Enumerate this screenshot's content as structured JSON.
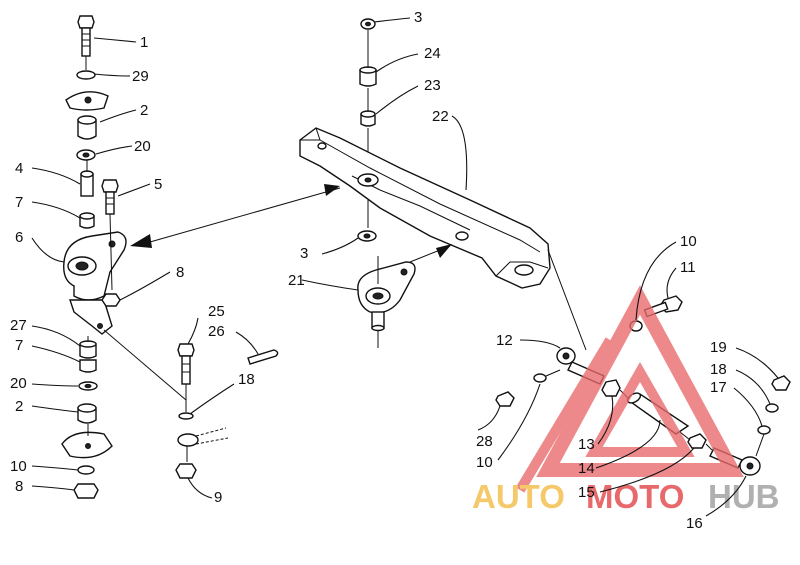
{
  "callouts": {
    "c1": "1",
    "c29": "29",
    "c2a": "2",
    "c20a": "20",
    "c4": "4",
    "c5": "5",
    "c7a": "7",
    "c6": "6",
    "c8a": "8",
    "c27": "27",
    "c7b": "7",
    "c20b": "20",
    "c2b": "2",
    "c10a": "10",
    "c8b": "8",
    "c25": "25",
    "c26": "26",
    "c18a": "18",
    "c9": "9",
    "c3a": "3",
    "c24": "24",
    "c23": "23",
    "c22": "22",
    "c3b": "3",
    "c21": "21",
    "c10b": "10",
    "c11": "11",
    "c12": "12",
    "c19": "19",
    "c18b": "18",
    "c17": "17",
    "c28": "28",
    "c10c": "10",
    "c13": "13",
    "c14": "14",
    "c15": "15",
    "c16": "16"
  },
  "watermark": {
    "text_auto": "AUTO",
    "text_moto": "MOTO",
    "text_hub": "HUB",
    "color_auto": "#f5c96a",
    "color_moto": "#e8696b",
    "color_hub": "#b0b0b0"
  }
}
